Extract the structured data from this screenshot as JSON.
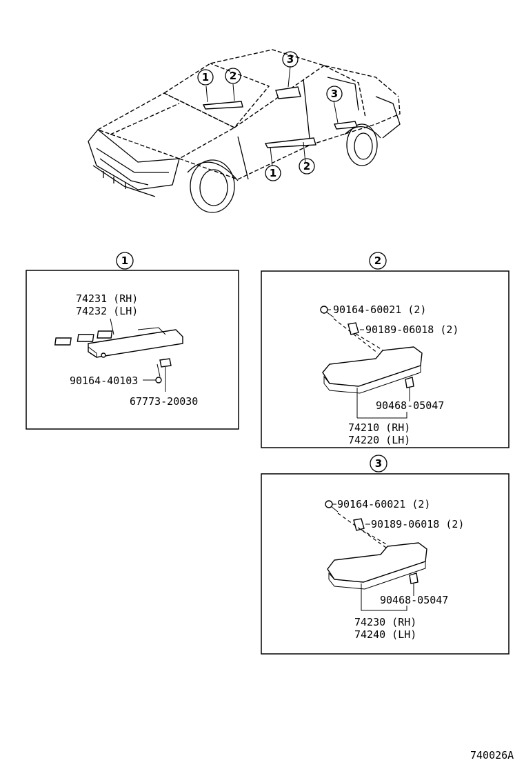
{
  "car_callouts": [
    "1",
    "2",
    "3",
    "1",
    "2",
    "3"
  ],
  "panel1": {
    "callout": "1",
    "part_a_rh": "74231 (RH)",
    "part_a_lh": "74232 (LH)",
    "screw": "90164-40103",
    "clip": "67773-20030"
  },
  "panel2": {
    "callout": "2",
    "bolt": "90164-60021 (2)",
    "nut": "90189-06018 (2)",
    "clip": "90468-05047",
    "part_rh": "74210 (RH)",
    "part_lh": "74220 (LH)"
  },
  "panel3": {
    "callout": "3",
    "bolt": "90164-60021 (2)",
    "nut": "90189-06018 (2)",
    "clip": "90468-05047",
    "part_rh": "74230 (RH)",
    "part_lh": "74240 (LH)"
  },
  "drawing_code": "740026A"
}
